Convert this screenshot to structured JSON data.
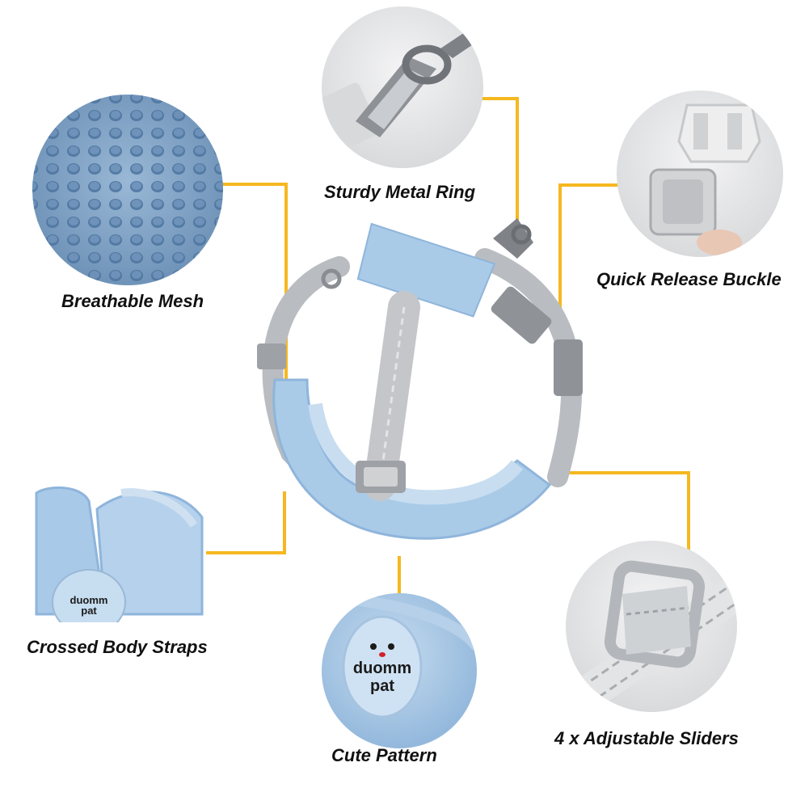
{
  "features": {
    "mesh": "Breathable Mesh",
    "ring": "Sturdy Metal Ring",
    "buckle": "Quick Release Buckle",
    "straps": "Crossed Body Straps",
    "pattern": "Cute Pattern",
    "sliders": "4 x Adjustable Sliders"
  },
  "brand": {
    "logo_line1": "duomm",
    "logo_line2": "pat"
  },
  "colors": {
    "callout_line": "#f5b820",
    "harness_blue": "#a9cbe8",
    "strap_grey": "#b9bcc0",
    "metal": "#9a9da2"
  }
}
